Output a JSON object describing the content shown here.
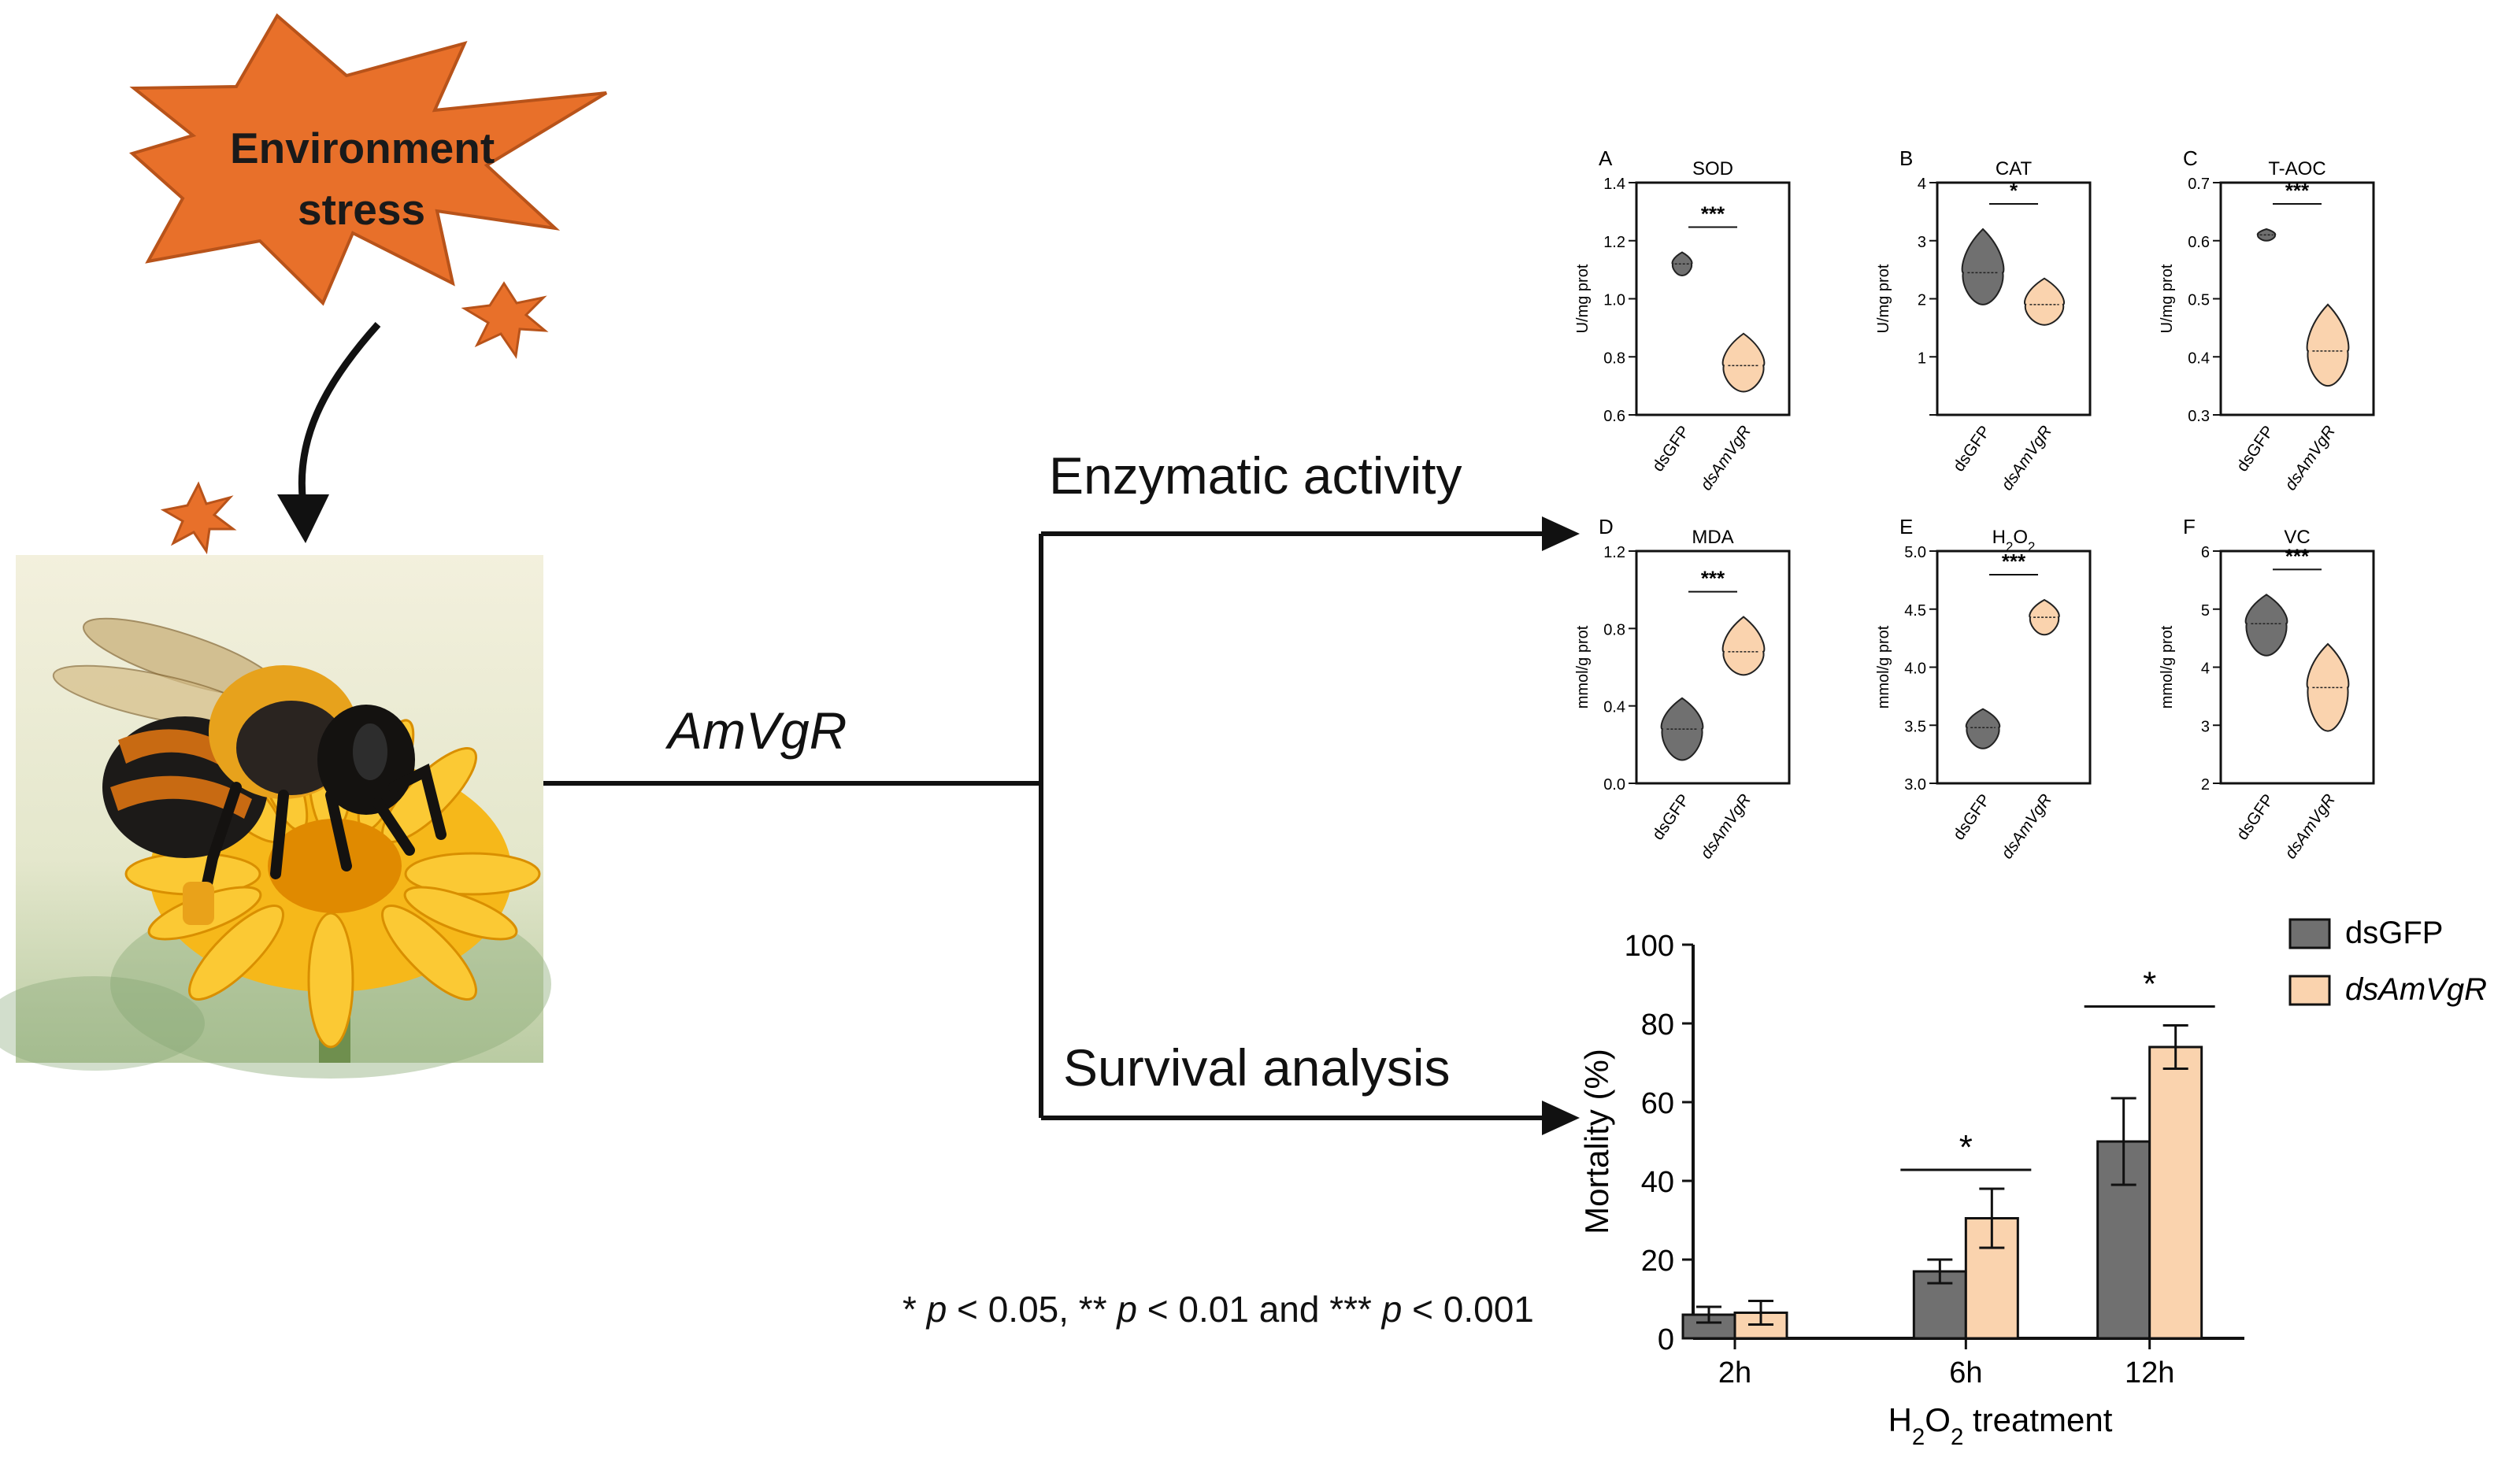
{
  "stress": {
    "line1": "Environment",
    "line2": "stress"
  },
  "gene_label": "AmVgR",
  "branches": {
    "enzymatic": "Enzymatic activity",
    "survival": "Survival analysis"
  },
  "significance_note": "* p < 0.05, ** p < 0.01 and *** p < 0.001",
  "colors": {
    "star": "#E8702A",
    "dsGFP": "#707070",
    "dsAmVgR": "#FAD3AE",
    "arrow": "#111111"
  },
  "panels": [
    {
      "letter": "A",
      "title": "SOD",
      "ylabel": "U/mg prot",
      "ylim": [
        0.6,
        1.4
      ],
      "ticks": [
        "0.6",
        "0.8",
        "1.0",
        "1.2",
        "1.4"
      ],
      "sig": "***",
      "groups": [
        {
          "name": "dsGFP",
          "median": 1.12,
          "min": 1.08,
          "max": 1.16
        },
        {
          "name": "dsAmVgR",
          "median": 0.77,
          "min": 0.68,
          "max": 0.88
        }
      ]
    },
    {
      "letter": "B",
      "title": "CAT",
      "ylabel": "U/mg prot",
      "ylim": [
        0,
        4
      ],
      "ticks": [
        "",
        "1",
        "2",
        "3",
        "4"
      ],
      "sig": "*",
      "groups": [
        {
          "name": "dsGFP",
          "median": 2.45,
          "min": 1.9,
          "max": 3.2
        },
        {
          "name": "dsAmVgR",
          "median": 1.9,
          "min": 1.55,
          "max": 2.35
        }
      ]
    },
    {
      "letter": "C",
      "title": "T-AOC",
      "ylabel": "U/mg prot",
      "ylim": [
        0.3,
        0.7
      ],
      "ticks": [
        "0.3",
        "0.4",
        "0.5",
        "0.6",
        "0.7"
      ],
      "sig": "***",
      "groups": [
        {
          "name": "dsGFP",
          "median": 0.61,
          "min": 0.6,
          "max": 0.62
        },
        {
          "name": "dsAmVgR",
          "median": 0.41,
          "min": 0.35,
          "max": 0.49
        }
      ]
    },
    {
      "letter": "D",
      "title": "MDA",
      "ylabel": "mmol/g prot",
      "ylim": [
        0,
        1.2
      ],
      "ticks": [
        "0.0",
        "0.4",
        "0.8",
        "1.2"
      ],
      "sig": "***",
      "groups": [
        {
          "name": "dsGFP",
          "median": 0.28,
          "min": 0.12,
          "max": 0.44
        },
        {
          "name": "dsAmVgR",
          "median": 0.68,
          "min": 0.56,
          "max": 0.86
        }
      ]
    },
    {
      "letter": "E",
      "title": "H2O2",
      "ylabel": "mmol/g prot",
      "ylim": [
        3.0,
        5.0
      ],
      "ticks": [
        "3.0",
        "3.5",
        "4.0",
        "4.5",
        "5.0"
      ],
      "sig": "***",
      "groups": [
        {
          "name": "dsGFP",
          "median": 3.48,
          "min": 3.3,
          "max": 3.64
        },
        {
          "name": "dsAmVgR",
          "median": 4.43,
          "min": 4.28,
          "max": 4.58
        }
      ]
    },
    {
      "letter": "F",
      "title": "VC",
      "ylabel": "mmol/g prot",
      "ylim": [
        2,
        6
      ],
      "ticks": [
        "2",
        "3",
        "4",
        "5",
        "6"
      ],
      "sig": "***",
      "groups": [
        {
          "name": "dsGFP",
          "median": 4.75,
          "min": 4.2,
          "max": 5.25
        },
        {
          "name": "dsAmVgR",
          "median": 3.65,
          "min": 2.9,
          "max": 4.4
        }
      ]
    }
  ],
  "chart_data": {
    "type": "bar",
    "categories": [
      "2h",
      "6h",
      "12h"
    ],
    "series": [
      {
        "name": "dsGFP",
        "values": [
          6,
          17,
          50
        ],
        "errors": [
          2,
          3,
          11
        ]
      },
      {
        "name": "dsAmVgR",
        "values": [
          6.5,
          30.5,
          74
        ],
        "errors": [
          3,
          7.5,
          5.5
        ]
      }
    ],
    "xlabel": "H2O2 treatment",
    "ylabel": "Mortality (%)",
    "ylim": [
      0,
      100
    ],
    "yticks": [
      "0",
      "20",
      "40",
      "60",
      "80",
      "100"
    ],
    "significance": [
      "",
      "*",
      "*"
    ],
    "legend": "top-right"
  }
}
